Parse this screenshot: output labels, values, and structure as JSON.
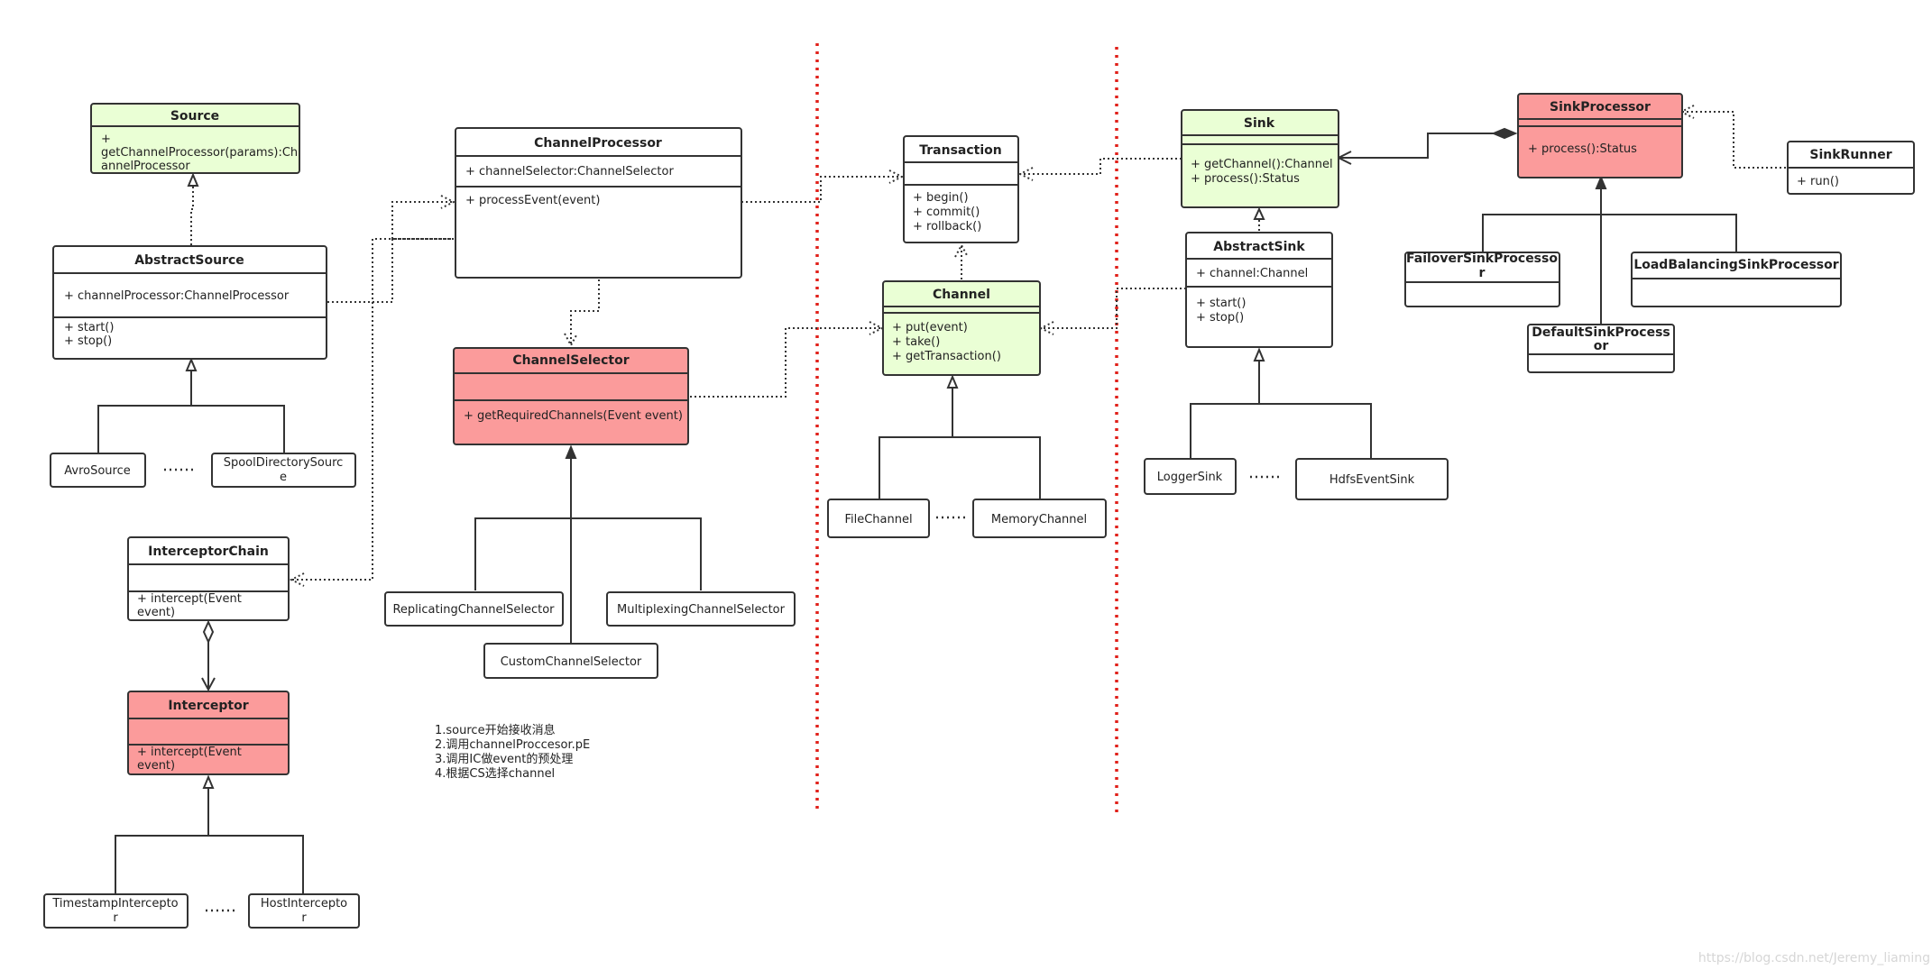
{
  "colors": {
    "green": "#eaffd5",
    "red": "#fb9b9b",
    "white": "#ffffff",
    "separator": "#e0201a"
  },
  "classes": {
    "source": {
      "title": "Source",
      "color": "green",
      "attrs": [],
      "methods": [
        "+",
        "getChannelProcessor(params):Ch",
        "annelProcessor"
      ]
    },
    "abstractSource": {
      "title": "AbstractSource",
      "attrs": [
        "+ channelProcessor:ChannelProcessor"
      ],
      "methods": [
        "+ start()",
        "+ stop()"
      ]
    },
    "avroSource": {
      "label": "AvroSource"
    },
    "spoolSource": {
      "label_1": "SpoolDirectorySourc",
      "label_2": "e"
    },
    "interceptorChain": {
      "title": "InterceptorChain",
      "attrs": [],
      "methods": [
        "+ intercept(Event",
        "event)"
      ]
    },
    "interceptor": {
      "title": "Interceptor",
      "attrs": [],
      "methods": [
        "+ intercept(Event",
        "event)"
      ]
    },
    "timestampInterceptor": {
      "label_1": "TimestampIntercepto",
      "label_2": "r"
    },
    "hostInterceptor": {
      "label_1": "HostIntercepto",
      "label_2": "r"
    },
    "channelProcessor": {
      "title": "ChannelProcessor",
      "attrs": [
        "+ channelSelector:ChannelSelector"
      ],
      "methods": [
        "+ processEvent(event)"
      ]
    },
    "channelSelector": {
      "title": "ChannelSelector",
      "attrs": [],
      "methods": [
        "+ getRequiredChannels(Event event)"
      ]
    },
    "replicatingSelector": {
      "label": "ReplicatingChannelSelector"
    },
    "multiplexingSelector": {
      "label": "MultiplexingChannelSelector"
    },
    "customSelector": {
      "label": "CustomChannelSelector"
    },
    "transaction": {
      "title": "Transaction",
      "attrs": [],
      "methods": [
        "+ begin()",
        "+ commit()",
        "+ rollback()"
      ]
    },
    "channel": {
      "title": "Channel",
      "attrs": [],
      "methods": [
        "+ put(event)",
        "+ take()",
        "+ getTransaction()"
      ]
    },
    "fileChannel": {
      "label": "FileChannel"
    },
    "memoryChannel": {
      "label": "MemoryChannel"
    },
    "sink": {
      "title": "Sink",
      "attrs": [],
      "methods": [
        "+ getChannel():Channel",
        "+ process():Status"
      ]
    },
    "abstractSink": {
      "title": "AbstractSink",
      "attrs": [
        "+ channel:Channel"
      ],
      "methods": [
        "+ start()",
        "+ stop()"
      ]
    },
    "loggerSink": {
      "label": "LoggerSink"
    },
    "hdfsEventSink": {
      "label": "HdfsEventSink"
    },
    "sinkProcessor": {
      "title": "SinkProcessor",
      "attrs": [],
      "methods": [
        "+ process():Status"
      ]
    },
    "sinkRunner": {
      "title": "SinkRunner",
      "methods": [
        "+ run()"
      ]
    },
    "failoverSinkProcessor": {
      "title_1": "FailoverSinkProcesso",
      "title_2": "r"
    },
    "loadBalancingSinkProcessor": {
      "title": "LoadBalancingSinkProcessor"
    },
    "defaultSinkProcessor": {
      "title_1": "DefaultSinkProcess",
      "title_2": "or"
    }
  },
  "notes": [
    "1.source开始接收消息",
    "2.调用channelProccesor.pE",
    "3.调用IC做event的预处理",
    "4.根据CS选择channel"
  ],
  "watermark": "https://blog.csdn.net/Jeremy_liaming"
}
